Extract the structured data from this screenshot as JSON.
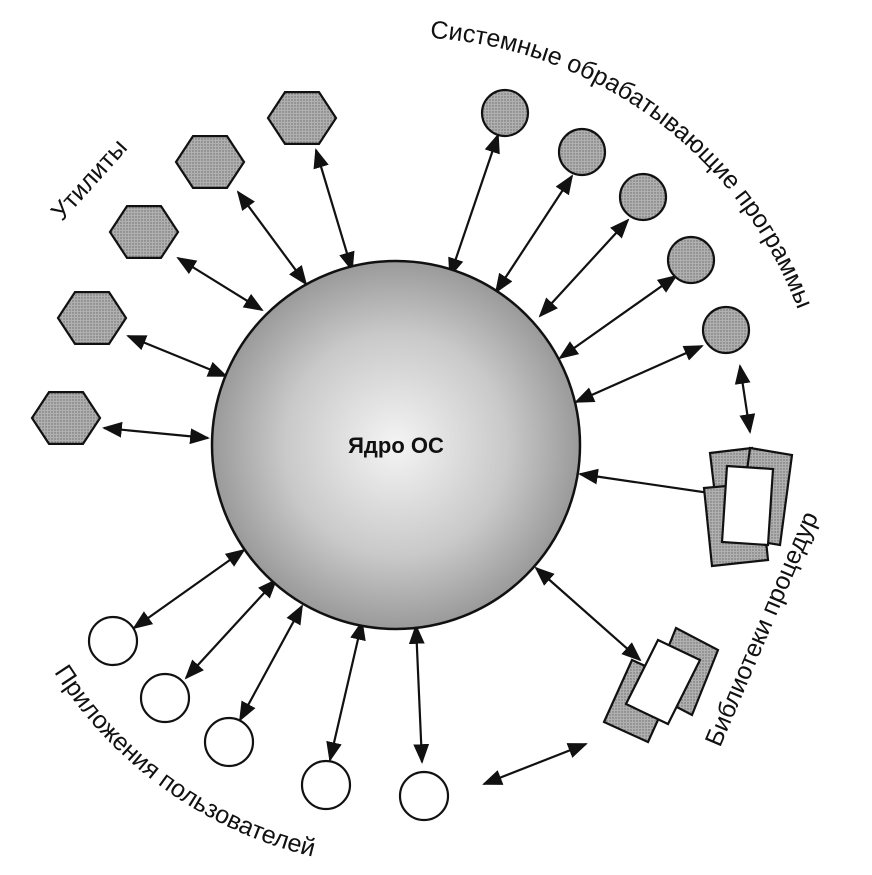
{
  "core": {
    "label": "Ядро ОС"
  },
  "groups": {
    "utilities": {
      "label": "Утилиты"
    },
    "system_programs": {
      "label": "Системные обрабатывающие программы"
    },
    "libraries": {
      "label": "Библиотеки процедур"
    },
    "user_apps": {
      "label": "Приложения пользователей"
    }
  },
  "colors": {
    "ink": "#111111",
    "gray_fill": "#a6a6a6",
    "core_center": "#f2f2f2",
    "core_edge": "#8a8a8a",
    "white": "#ffffff"
  }
}
